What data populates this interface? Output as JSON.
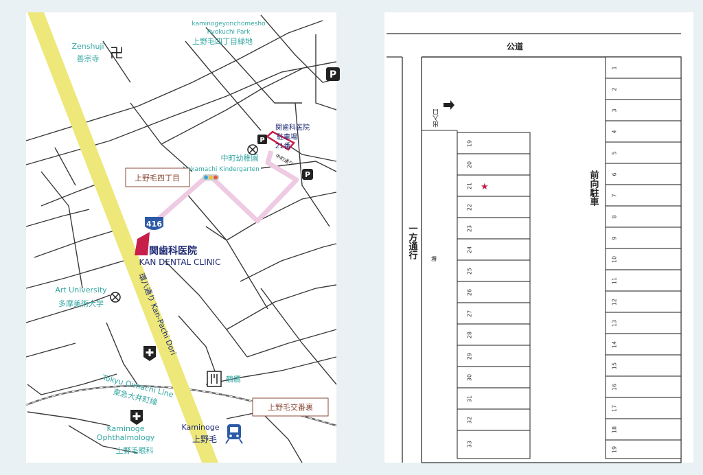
{
  "map": {
    "temple": {
      "en": "Zenshuji",
      "jp": "善宗寺",
      "symbol": "卍"
    },
    "park": {
      "en1": "kaminogeyonchomesho",
      "en2": "Ryokuchi Park",
      "jp": "上野毛四丁目緑地"
    },
    "parking_symbol": "P",
    "clinic_parking": {
      "jp1": "関歯科医院",
      "jp2": "駐車場",
      "num": "21番"
    },
    "kindergarten": {
      "jp": "中町幼稚園",
      "en": "Nakamachi Kindergarten"
    },
    "street_small": "中町通り",
    "intersection1": "上野毛四丁目",
    "route": "416",
    "clinic": {
      "jp": "関歯科医院",
      "en": "KAN DENTAL CLINIC"
    },
    "kanpachi": "環八通り Kan-Pachi Dori",
    "university": {
      "en": "Art University",
      "jp": "多摩美術大学"
    },
    "restaurant": "鶴鷹",
    "line": {
      "en": "Tokyu Oimachi Line",
      "jp": "東急大井町線"
    },
    "intersection2": "上野毛交番裏",
    "ophthalmology": {
      "en1": "Kaminoge",
      "en2": "Ophthalmology",
      "jp": "上野毛眼科"
    },
    "station": {
      "en": "Kaminoge",
      "jp": "上野毛"
    },
    "colors": {
      "background": "#eaf1f4",
      "main_road": "#ede879",
      "walk_route": "#eecbe2",
      "clinic": "#c81e4a",
      "teal_text": "#34a7a3",
      "navy_text": "#1f2a73"
    }
  },
  "lot": {
    "public_road": "公道",
    "exit_label": "出入口",
    "side_road": "一方通行",
    "wall": "塀",
    "front_parking": "前向駐車",
    "target_slot": "21",
    "left_slots": [
      "19",
      "20",
      "21",
      "22",
      "23",
      "24",
      "25",
      "26",
      "27",
      "28",
      "29",
      "30",
      "31",
      "32",
      "33"
    ],
    "right_slots": [
      "1",
      "2",
      "3",
      "4",
      "5",
      "6",
      "7",
      "8",
      "9",
      "10",
      "11",
      "12",
      "13",
      "14",
      "15",
      "16",
      "17",
      "18",
      "19"
    ]
  }
}
